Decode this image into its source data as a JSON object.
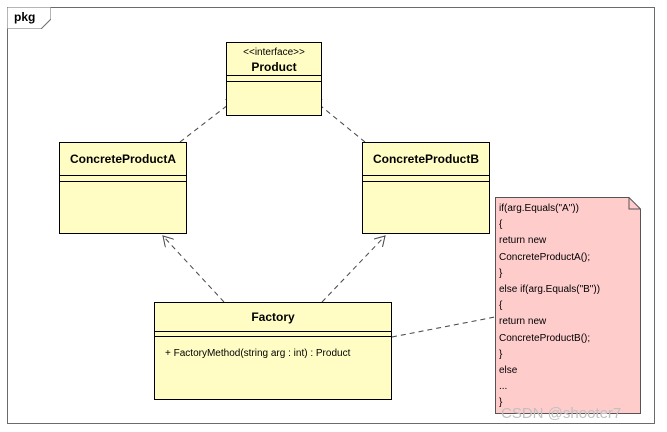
{
  "package": {
    "label": "pkg"
  },
  "classes": {
    "product": {
      "stereotype": "<<interface>>",
      "name": "Product"
    },
    "concrete_a": {
      "name": "ConcreteProductA"
    },
    "concrete_b": {
      "name": "ConcreteProductB"
    },
    "factory": {
      "name": "Factory",
      "operation": "+ FactoryMethod(string arg : int) : Product"
    }
  },
  "note": {
    "lines": [
      "if(arg.Equals(\"A\"))",
      "{",
      "return new",
      "ConcreteProductA();",
      "}",
      "else if(arg.Equals(\"B\"))",
      "{",
      "return new",
      "ConcreteProductB();",
      "}",
      "else",
      "...",
      "}"
    ]
  },
  "watermark": "CSDN @shooter7",
  "colors": {
    "class_fill": "#fffdc4",
    "note_fill": "#ffcccc",
    "line": "#444444"
  }
}
